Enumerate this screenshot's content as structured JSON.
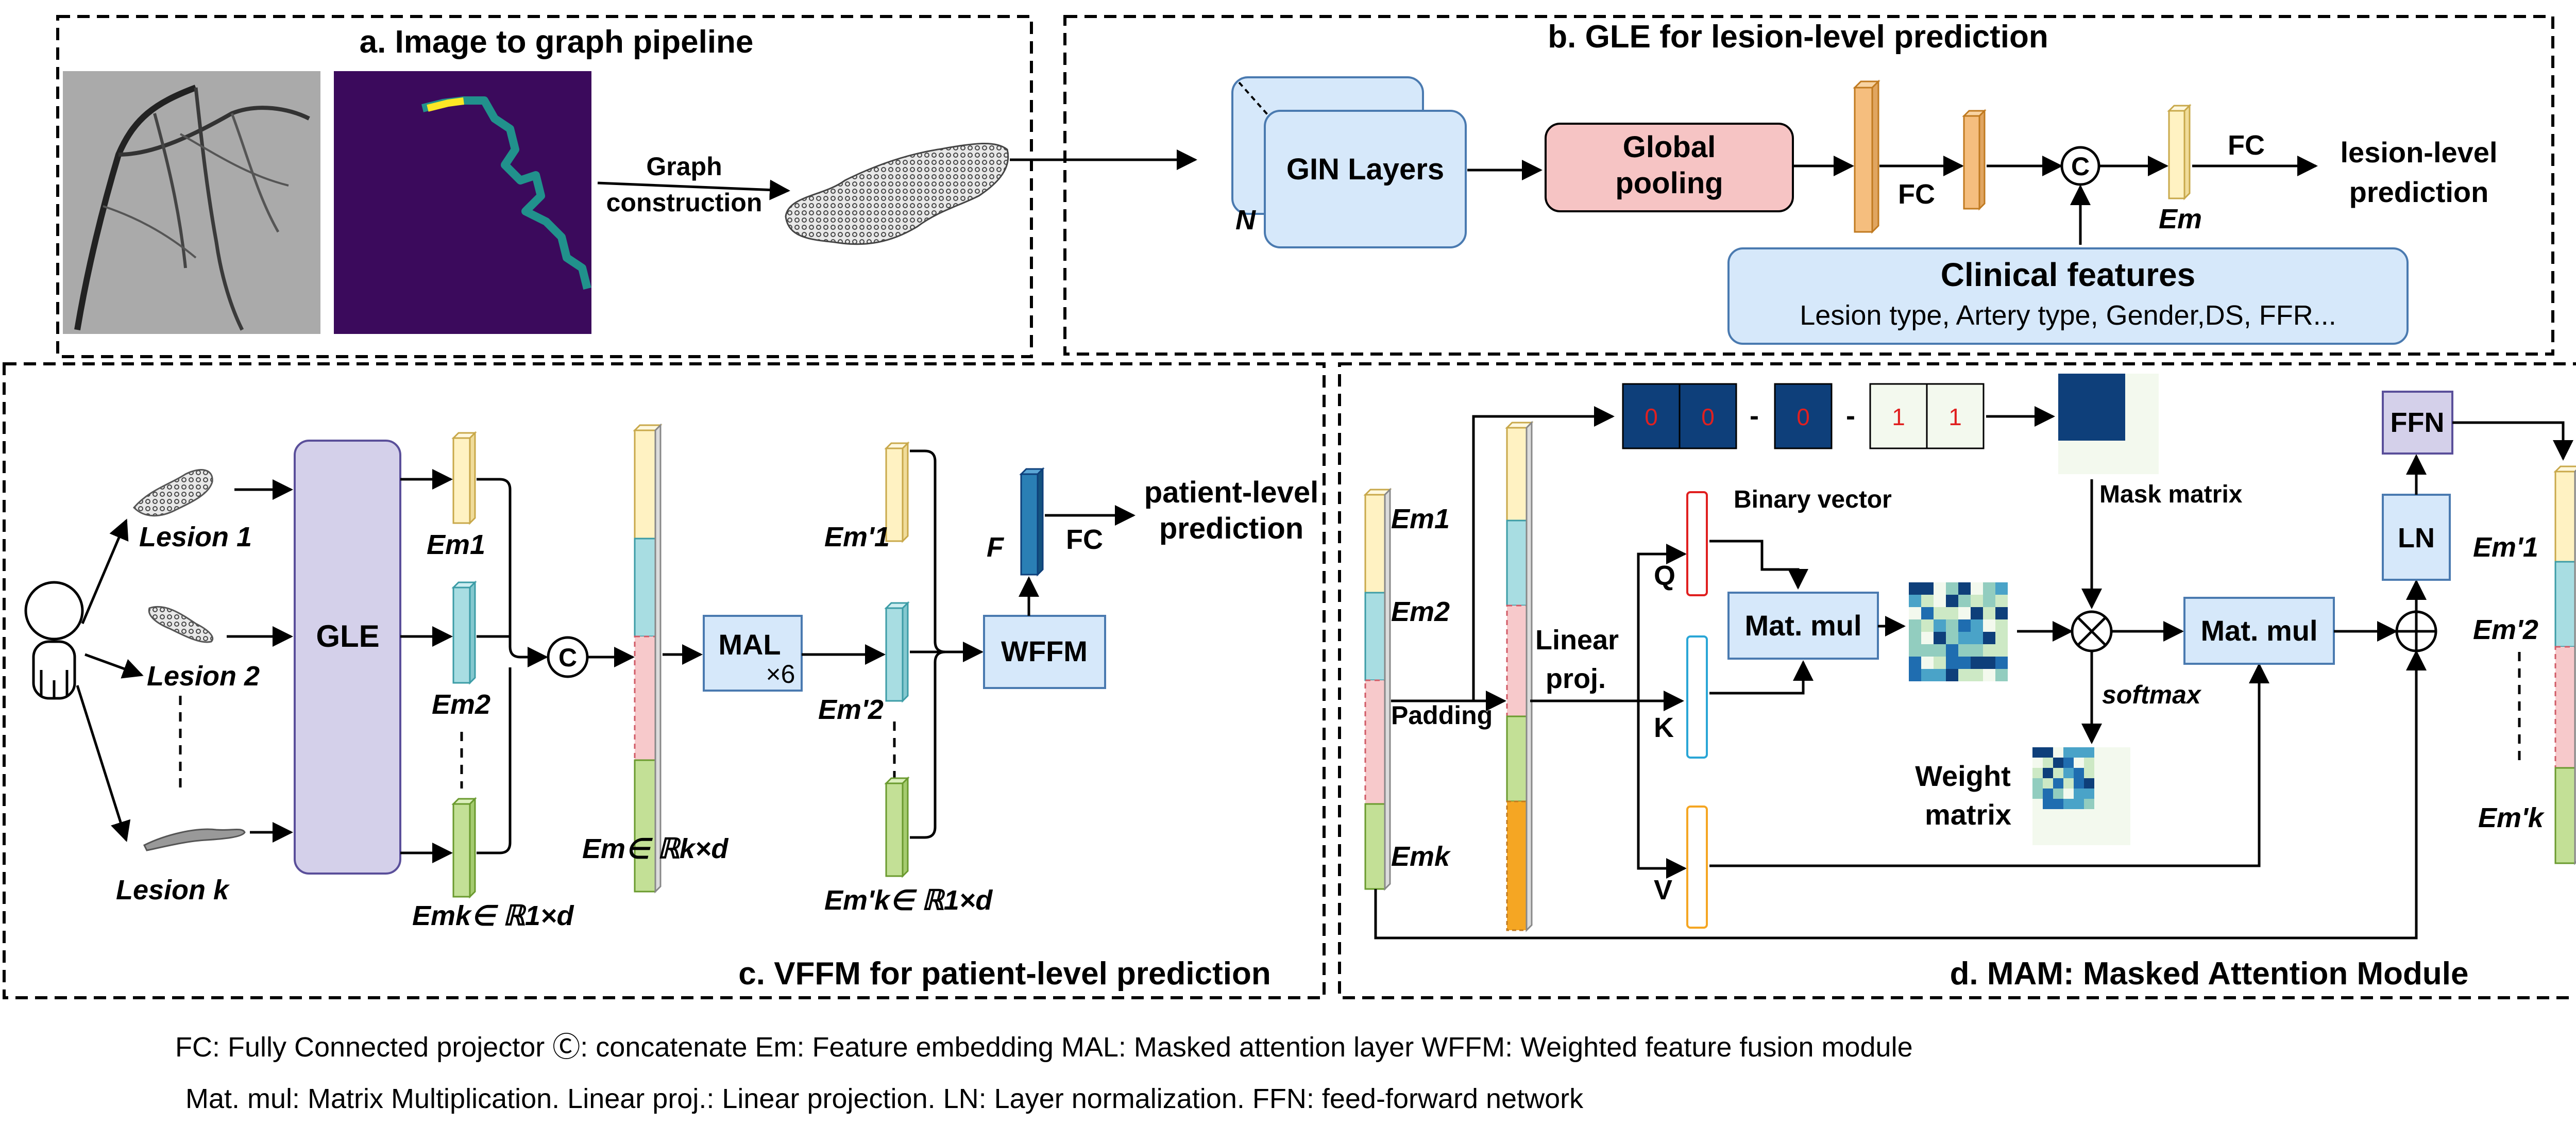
{
  "panel_a": {
    "title": "a. Image to graph pipeline",
    "arrow_label_1": "Graph",
    "arrow_label_2": "construction"
  },
  "panel_b": {
    "title": "b. GLE for lesion-level  prediction",
    "gin": "GIN Layers",
    "gin_n": "N",
    "pool_1": "Global",
    "pool_2": "pooling",
    "fc1": "FC",
    "concat": "C",
    "em": "Em",
    "fc2": "FC",
    "out_1": "lesion-level",
    "out_2": "prediction",
    "clin_title": "Clinical features",
    "clin_list": "Lesion type, Artery type, Gender,DS, FFR..."
  },
  "panel_c": {
    "title": "c. VFFM for patient-level prediction",
    "lesion1": "Lesion 1",
    "lesion2": "Lesion 2",
    "lesionk": "Lesion k",
    "gle": "GLE",
    "em1": "Em1",
    "em2": "Em2",
    "emk": "Emk∈ ℝ1×d",
    "concat": "C",
    "em_all": "Em∈ ℝk×d",
    "mal": "MAL",
    "mal_rep": "×6",
    "emp1": "Em'1",
    "emp2": "Em'2",
    "empk": "Em'k∈ ℝ1×d",
    "wffm": "WFFM",
    "f": "F",
    "fc": "FC",
    "out_1": "patient-level",
    "out_2": "prediction"
  },
  "panel_d": {
    "title": "d. MAM: Masked Attention Module",
    "em1": "Em1",
    "em2": "Em2",
    "emk": "Emk",
    "padding": "Padding",
    "linear_1": "Linear",
    "linear_2": "proj.",
    "q": "Q",
    "k": "K",
    "v": "V",
    "binary": "Binary  vector",
    "bits": [
      "0",
      "0",
      "0",
      "1",
      "1"
    ],
    "dash": "-",
    "mask": "Mask  matrix",
    "matmul1": "Mat. mul",
    "matmul2": "Mat. mul",
    "softmax": "softmax",
    "weight_1": "Weight",
    "weight_2": "matrix",
    "ffn": "FFN",
    "ln": "LN",
    "out1": "Em'1",
    "out2": "Em'2",
    "outk": "Em'k"
  },
  "legend": {
    "line1": "FC: Fully Connected projector  Ⓒ: concatenate   Em: Feature embedding   MAL: Masked attention layer   WFFM: Weighted feature fusion module",
    "line2": "Mat. mul: Matrix Multiplication.   Linear proj.: Linear projection.   LN: Layer normalization.   FFN: feed-forward network"
  },
  "colors": {
    "yellow": "#FFF2C2",
    "teal": "#A8DDE2",
    "pink": "#F7C9CB",
    "green": "#C3E096",
    "orange": "#F5BE7E",
    "blue_box": "#D6E8FA",
    "purple_box": "#D4D0EA",
    "pool_box": "#F6C4C4",
    "navy": "#0E3F7A"
  }
}
